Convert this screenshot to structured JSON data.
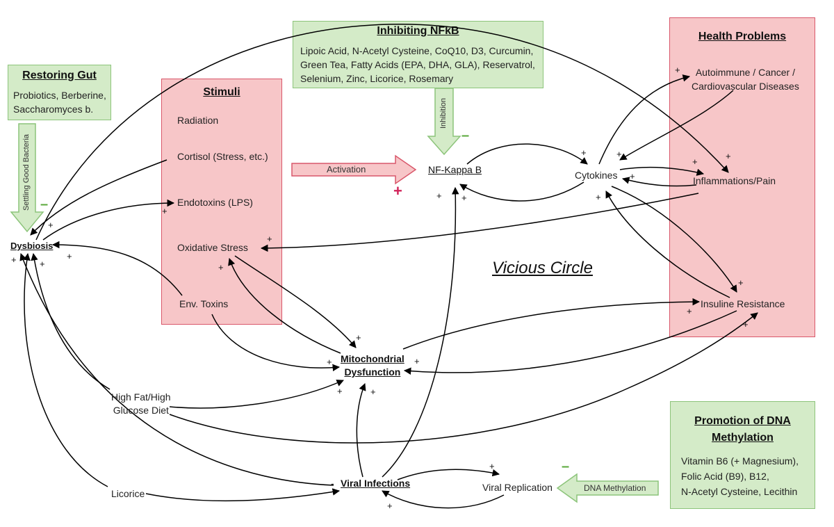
{
  "restoring_gut": {
    "title": "Restoring Gut",
    "line1": "Probiotics, Berberine,",
    "line2": "Saccharomyces b."
  },
  "inhibiting_nfkb": {
    "title": "Inhibiting NFkB",
    "line1": "Lipoic Acid, N-Acetyl Cysteine, CoQ10, D3, Curcumin,",
    "line2": "Green Tea, Fatty Acids (EPA, DHA, GLA), Reservatrol,",
    "line3": "Selenium, Zinc, Licorice, Rosemary"
  },
  "stimuli": {
    "title": "Stimuli",
    "radiation": "Radiation",
    "cortisol": "Cortisol (Stress, etc.)",
    "endotoxins": "Endotoxins (LPS)",
    "oxidative_stress": "Oxidative Stress",
    "env_toxins": "Env. Toxins"
  },
  "health_problems": {
    "title": "Health Problems",
    "autoimmune_line1": "Autoimmune / Cancer /",
    "autoimmune_line2": "Cardiovascular Diseases",
    "inflammations": "Inflammations/Pain",
    "insuline_resistance": "Insuline Resistance"
  },
  "dna_methylation_box": {
    "title_line1": "Promotion of DNA",
    "title_line2": "Methylation",
    "line1": "Vitamin B6 (+ Magnesium),",
    "line2": "Folic Acid (B9), B12,",
    "line3": "N-Acetyl Cysteine, Lecithin"
  },
  "nodes": {
    "dysbiosis": "Dysbiosis",
    "nf_kappa_b": "NF-Kappa B",
    "cytokines": "Cytokines",
    "mito_line1": "Mitochondrial",
    "mito_line2": "Dysfunction",
    "diet_line1": "High Fat/High",
    "diet_line2": "Glucose Diet",
    "licorice": "Licorice",
    "viral_infections": "Viral Infections",
    "viral_replication": "Viral Replication"
  },
  "arrow_labels": {
    "activation": "Activation",
    "inhibition": "Inhibition",
    "settling": "Settling Good Bacteria",
    "dna_methylation": "DNA Methylation"
  },
  "vicious_circle": "Vicious Circle",
  "signs": {
    "plus": "+",
    "minus": "-",
    "en_dash": "–"
  },
  "colors": {
    "green_fill": "#d4ebc8",
    "green_border": "#8cc47a",
    "red_fill": "#f7c6c8",
    "red_border": "#d9576a",
    "red_sign": "#d2245a",
    "green_sign": "#5aa83a"
  }
}
